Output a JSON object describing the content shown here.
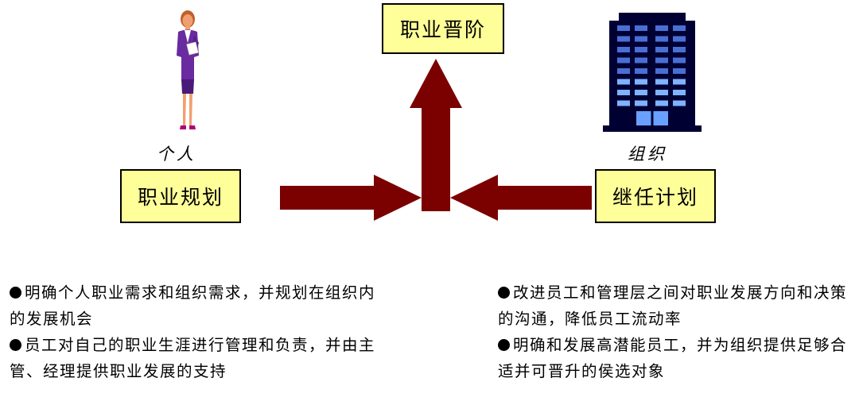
{
  "diagram": {
    "top_box_label": "职业晋阶",
    "left_box_label": "职业规划",
    "right_box_label": "继任计划",
    "person_caption": "个人",
    "org_caption": "组织",
    "left_bullets": [
      "明确个人职业需求和组织需求，并规划在组织内的发展机会",
      "员工对自己的职业生涯进行管理和负责，并由主管、经理提供职业发展的支持"
    ],
    "right_bullets": [
      "改进员工和管理层之间对职业发展方向和决策的沟通，降低员工流动率",
      "明确和发展高潜能员工，并为组织提供足够合适并可晋升的侯选对象"
    ]
  },
  "colors": {
    "arrow": "#7b0000",
    "box_fill": "#ffff99",
    "building": "#000033",
    "window": "#4a6fd4",
    "person_suit": "#6a2aa0",
    "person_skin": "#f0a070"
  },
  "icons": {
    "person": "businesswoman-icon",
    "organization": "office-building-icon"
  }
}
